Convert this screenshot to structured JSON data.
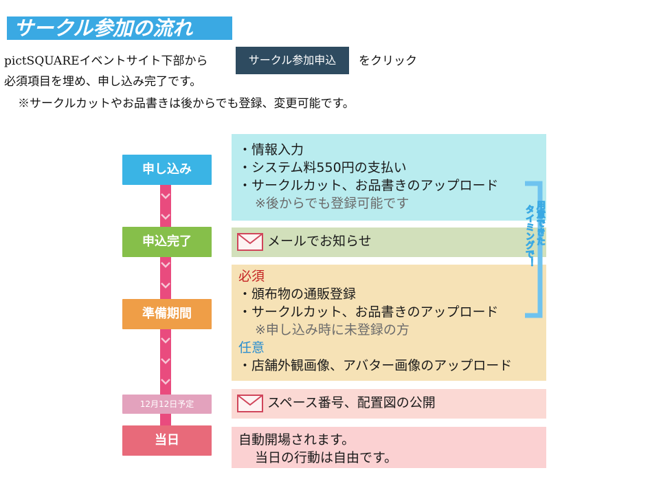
{
  "title": "サークル参加の流れ",
  "intro": {
    "line1_before": "pictSQUAREイベントサイト下部から",
    "button_label": "サークル参加申込",
    "line1_after": "をクリック",
    "line2": "必須項目を埋め、申し込み完了です。",
    "line3": "※サークルカットやお品書きは後からでも登録、変更可能です。"
  },
  "steps": {
    "apply": "申し込み",
    "done": "申込完了",
    "prep": "準備期間",
    "date": "12月12日予定",
    "day": "当日"
  },
  "details": {
    "apply": {
      "items": [
        "・情報入力",
        "・システム料550円の支払い",
        "・サークルカット、お品書きのアップロード"
      ],
      "note": "※後からでも登録可能です"
    },
    "done": {
      "text": "メールでお知らせ"
    },
    "prep": {
      "required_label": "必須",
      "required_items": [
        "・頒布物の通販登録",
        "・サークルカット、お品書きのアップロード"
      ],
      "required_note": "※申し込み時に未登録の方",
      "optional_label": "任意",
      "optional_items": [
        "・店舗外観画像、アバター画像のアップロード"
      ]
    },
    "date": {
      "text": "スペース番号、配置図の公開"
    },
    "day": {
      "line1": "自動開場されます。",
      "line2": "当日の行動は自由です。"
    }
  },
  "bracket_label": {
    "col1": "用意できた",
    "col2": "タイミングで！"
  },
  "colors": {
    "title_bg": "#3aa9e3",
    "button_bg": "#2e4b60",
    "timeline": "#e94b7e",
    "step_apply": "#3ab4e5",
    "step_done": "#86bf4a",
    "step_prep": "#ef9e47",
    "step_date": "#e3a2bd",
    "step_day": "#e86a7a"
  },
  "icons": {
    "mail": "mail-icon",
    "chevron": "chevron-down-icon"
  }
}
